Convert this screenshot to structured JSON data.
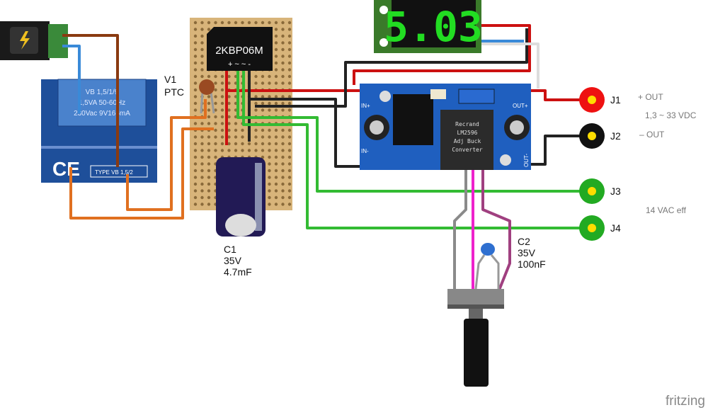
{
  "colors": {
    "board": "#d8b47a",
    "module": "#1f5fbf",
    "wire_red": "#cc1111",
    "wire_black": "#222222",
    "wire_green": "#33bb33",
    "wire_orange": "#e07020",
    "wire_brown": "#8a3a10",
    "wire_blue": "#3a8ad8",
    "wire_magenta": "#ee22cc",
    "wire_purple": "#a04080",
    "wire_gray": "#8a8a8a"
  },
  "transformer": {
    "label_line1": "VB 1,5/1/9",
    "label_line2": "1,5VA 50-60Hz",
    "label_line3": "230Vac 9V166mA",
    "ce_mark": "CE",
    "type_label": "TYPE VB 1,5/2"
  },
  "bridge": {
    "name": "2KBP06M",
    "pins": "+ ~ ~ -"
  },
  "ptc": {
    "label1": "V1",
    "label2": "PTC"
  },
  "c1": {
    "name": "C1",
    "voltage": "35V",
    "value": "4.7mF"
  },
  "c2": {
    "name": "C2",
    "voltage": "35V",
    "value": "100nF"
  },
  "display": {
    "reading": "5.03"
  },
  "module": {
    "in_plus": "IN+",
    "in_minus": "IN-",
    "out_plus": "OUT+",
    "out_minus": "OUT-",
    "chip_text": [
      "Recrand",
      "LM2596",
      "Adj Buck",
      "Converter"
    ]
  },
  "jacks": [
    {
      "name": "J1",
      "note": "+ OUT",
      "color": "#ee1111"
    },
    {
      "name": "J2",
      "note": "– OUT",
      "color": "#111111"
    },
    {
      "name": "J3",
      "note": "",
      "color": "#22aa22"
    },
    {
      "name": "J4",
      "note": "",
      "color": "#22aa22"
    }
  ],
  "notes": {
    "output_range": "1,3 ~ 33 VDC",
    "ac": "14 VAC eff"
  },
  "icons": {
    "dc_jack": "lightning-icon"
  },
  "logo": "fritzing"
}
